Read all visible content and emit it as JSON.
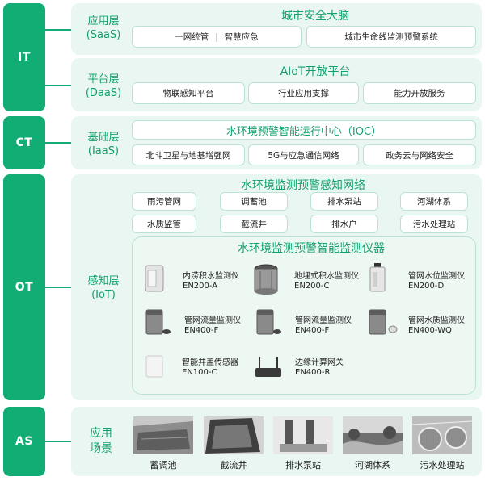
{
  "layers": {
    "it": "IT",
    "ct": "CT",
    "ot": "OT",
    "as": "AS"
  },
  "saas": {
    "label": "应用层",
    "sub": "(SaaS)",
    "title": "城市安全大脑",
    "box1a": "一网统管",
    "box1b": "智慧应急",
    "box2": "城市生命线监测预警系统"
  },
  "daas": {
    "label": "平台层",
    "sub": "(DaaS)",
    "title": "AIoT开放平台",
    "boxes": [
      "物联感知平台",
      "行业应用支撑",
      "能力开放服务"
    ]
  },
  "iaas": {
    "label": "基础层",
    "sub": "(IaaS)",
    "title": "水环境预警智能运行中心（IOC）",
    "boxes": [
      "北斗卫星与地基增强网",
      "5G与应急通信网络",
      "政务云与网络安全"
    ]
  },
  "iot": {
    "label": "感知层",
    "sub": "(IoT)",
    "network_title": "水环境监测预警感知网络",
    "network": [
      "雨污管网",
      "调蓄池",
      "排水泵站",
      "河湖体系",
      "水质监管",
      "截流井",
      "排水户",
      "污水处理站"
    ],
    "instruments_title": "水环境监测预警智能监测仪器",
    "devices": [
      {
        "name": "内涝积水监测仪",
        "model": "EN200-A"
      },
      {
        "name": "地埋式积水监测仪",
        "model": "EN200-C"
      },
      {
        "name": "管网水位监测仪",
        "model": "EN200-D"
      },
      {
        "name": "管网流量监测仪",
        "model": "EN400-F"
      },
      {
        "name": "管网流量监测仪",
        "model": "EN400-F"
      },
      {
        "name": "管网水质监测仪",
        "model": "EN400-WQ"
      },
      {
        "name": "智能井盖传感器",
        "model": "EN100-C"
      },
      {
        "name": "边缘计算网关",
        "model": "EN400-R"
      }
    ]
  },
  "scenes": {
    "label1": "应用",
    "label2": "场景",
    "items": [
      "蓄调池",
      "截流井",
      "排水泵站",
      "河湖体系",
      "污水处理站"
    ]
  }
}
